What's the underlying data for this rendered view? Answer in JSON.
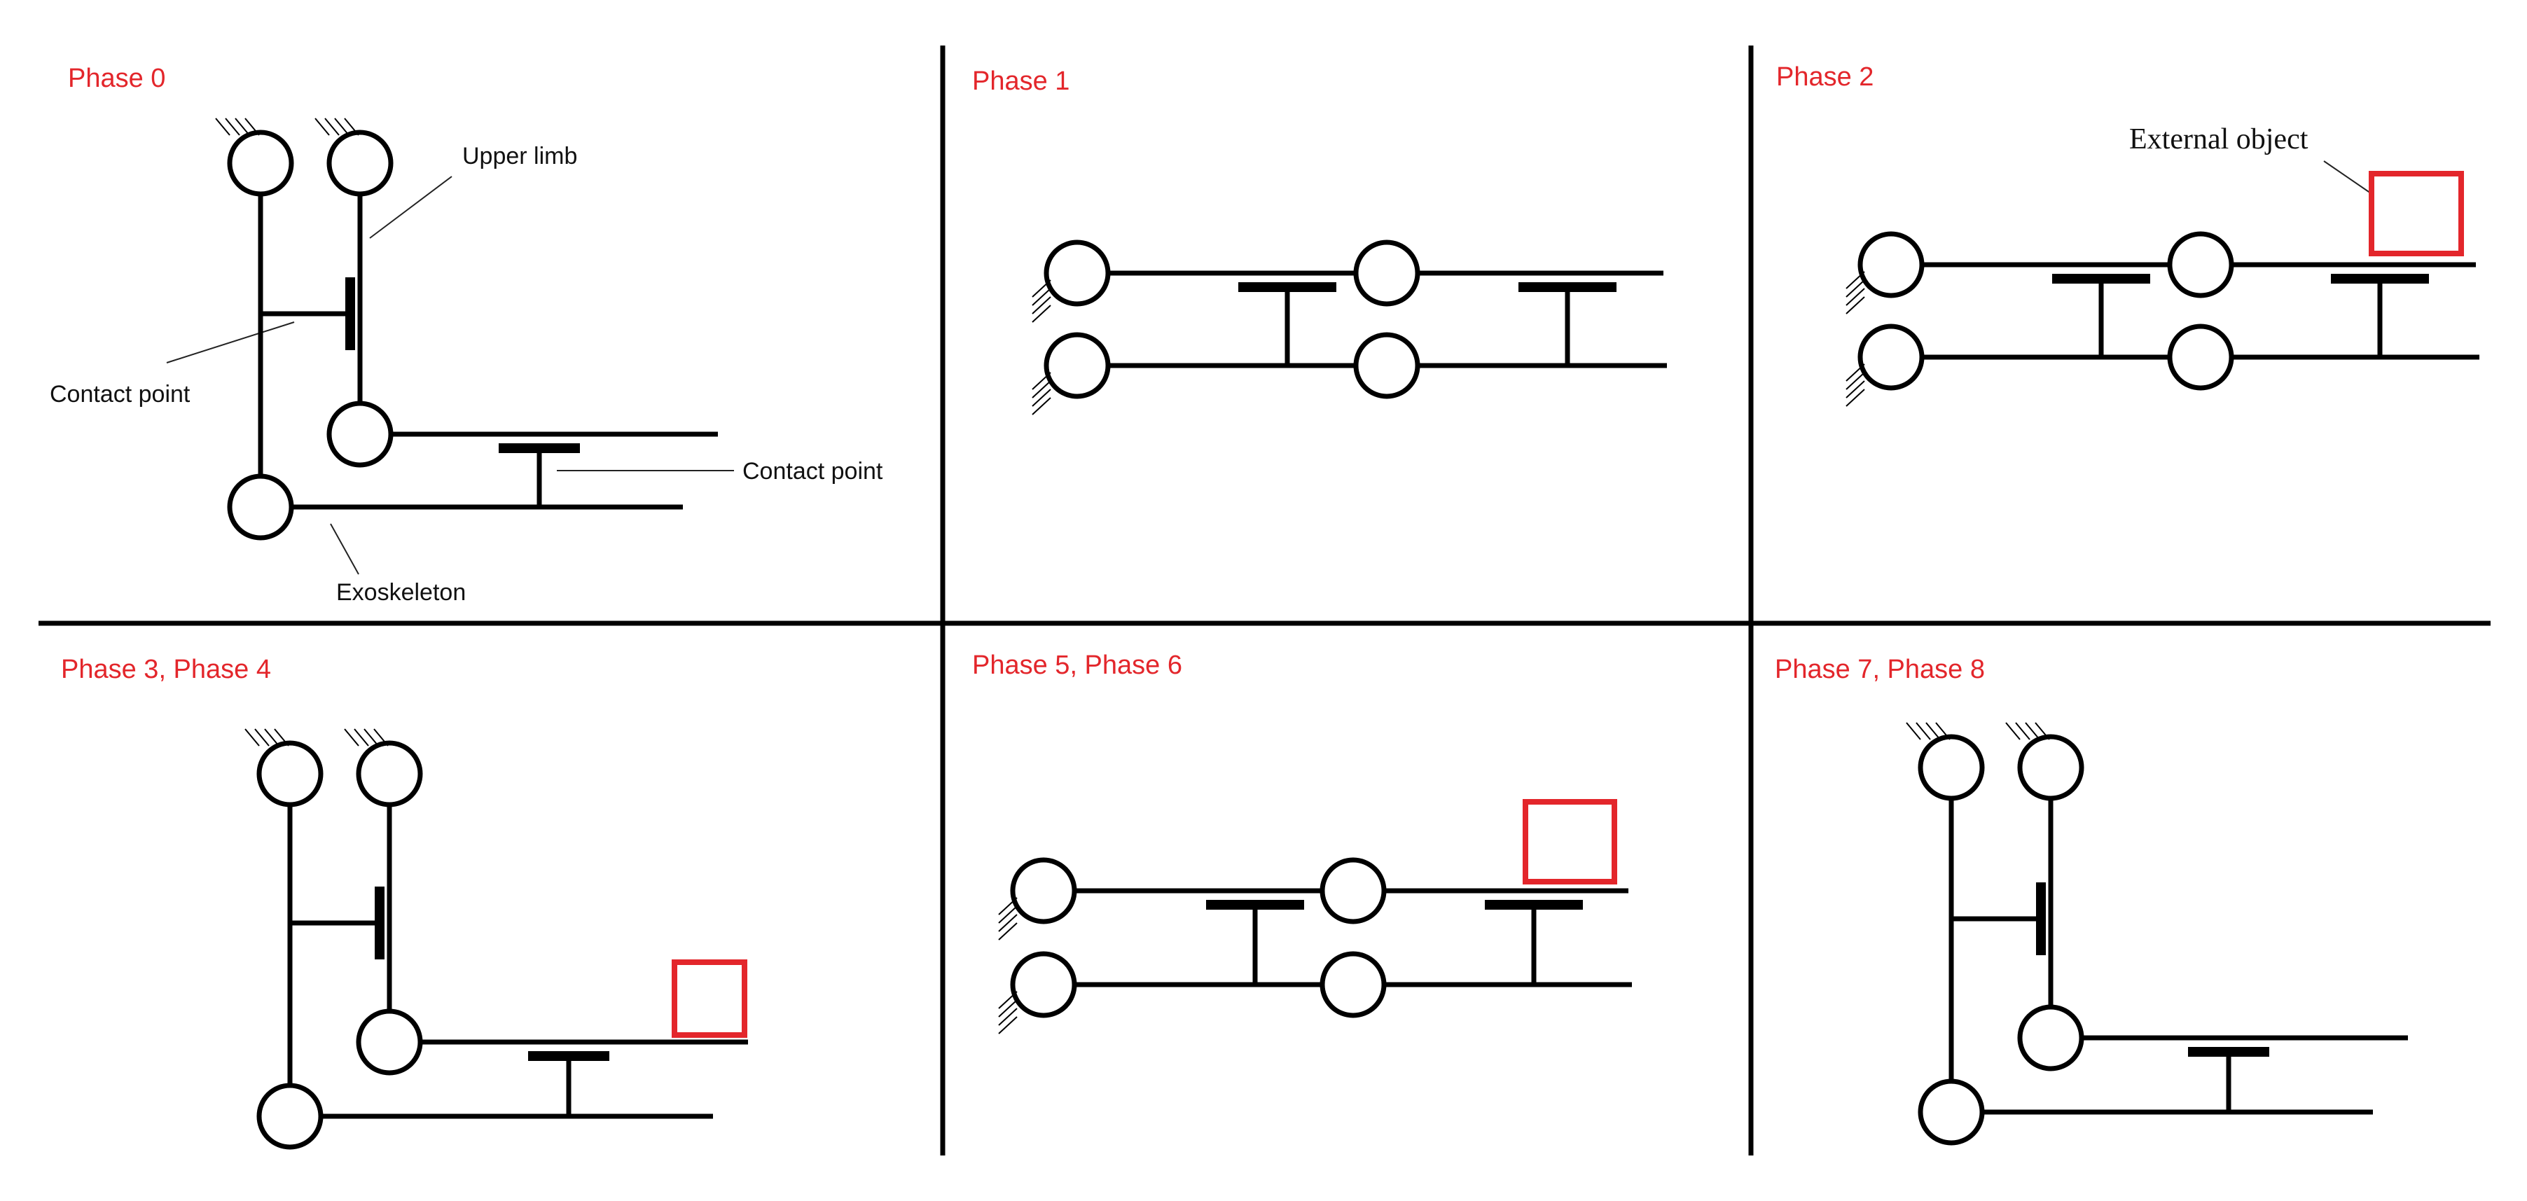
{
  "colors": {
    "line": "#000000",
    "accent": "#e3262b",
    "background": "#ffffff"
  },
  "phases": {
    "p0": "Phase 0",
    "p1": "Phase 1",
    "p2": "Phase 2",
    "p34": "Phase 3, Phase 4",
    "p56": "Phase 5, Phase 6",
    "p78": "Phase 7, Phase 8"
  },
  "annotations": {
    "upper_limb": "Upper limb",
    "contact_point_left": "Contact point",
    "contact_point_right": "Contact point",
    "exoskeleton": "Exoskeleton",
    "external_object": "External object"
  }
}
